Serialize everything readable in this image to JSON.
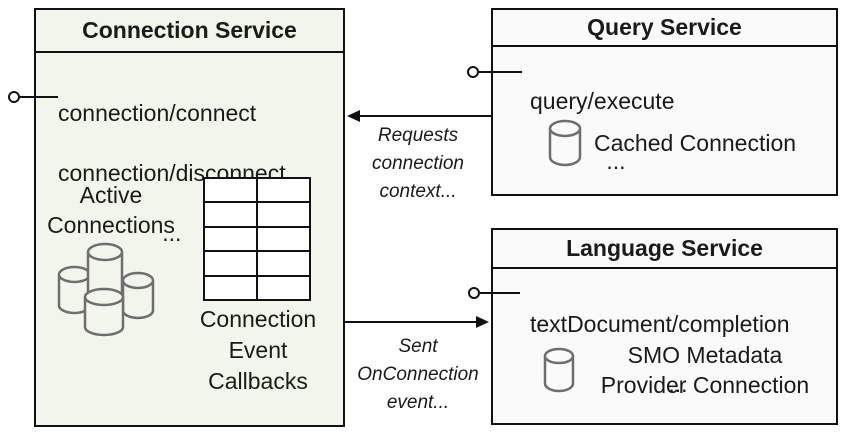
{
  "diagram": {
    "connection_service": {
      "title": "Connection Service",
      "method_1": "connection/connect",
      "method_2": "connection/disconnect",
      "ellipsis": "...",
      "active_connections_label": "Active\nConnections",
      "callbacks_label": "Connection\nEvent\nCallbacks",
      "callbacks_table": {
        "rows": 5,
        "columns": 2
      }
    },
    "query_service": {
      "title": "Query Service",
      "method_1": "query/execute",
      "ellipsis": "...",
      "cached_connection_label": "Cached Connection"
    },
    "language_service": {
      "title": "Language Service",
      "method_1": "textDocument/completion",
      "ellipsis": "...",
      "smo_label": "SMO Metadata\nProvider Connection"
    },
    "arrows": {
      "requests_label": "Requests\nconnection\ncontext...",
      "sent_label": "Sent\nOnConnection\nevent..."
    },
    "colors": {
      "connection_box_fill": "#f2f5ec",
      "service_box_fill": "#fafafa",
      "border": "#111111",
      "cylinder_stroke": "#6e6e6e"
    }
  }
}
